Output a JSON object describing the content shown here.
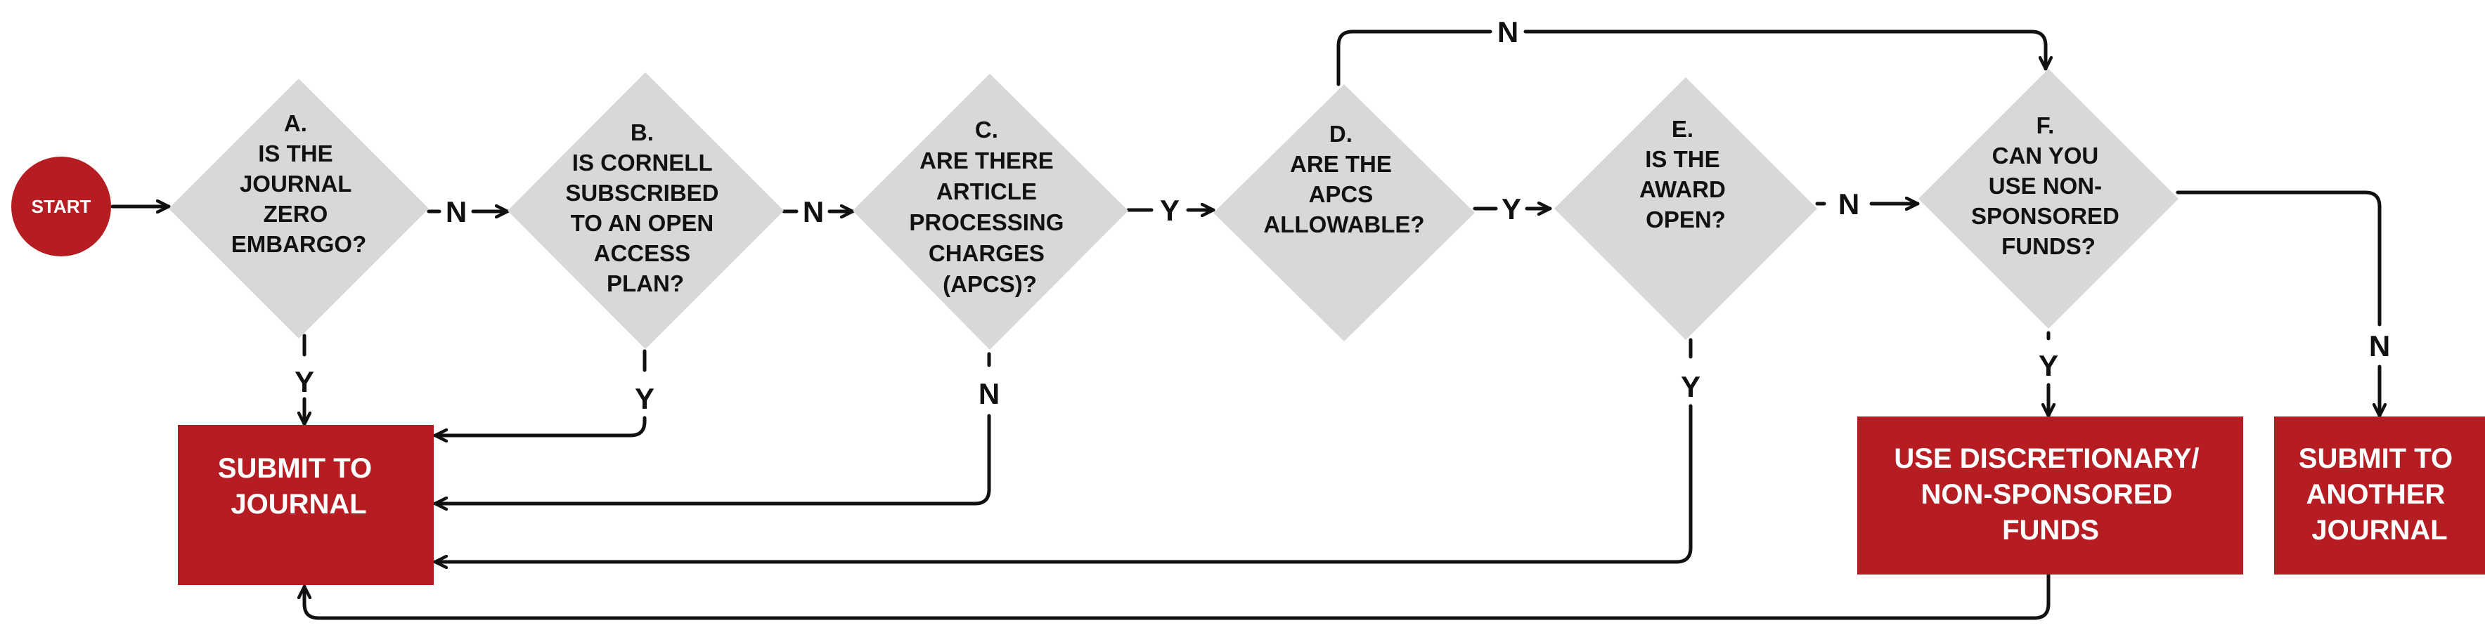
{
  "colors": {
    "terminal_fill": "#b51d23",
    "decision_fill": "#d8d8d8",
    "line": "#111111",
    "decision_text": "#111111",
    "terminal_text": "#ffffff"
  },
  "start": {
    "label": "START"
  },
  "decisions": {
    "a": {
      "lines": [
        "A.",
        "IS THE",
        "JOURNAL",
        "ZERO",
        "EMBARGO?"
      ]
    },
    "b": {
      "lines": [
        "B.",
        "IS CORNELL",
        "SUBSCRIBED",
        "TO AN OPEN",
        "ACCESS",
        "PLAN?"
      ]
    },
    "c": {
      "lines": [
        "C.",
        "ARE THERE",
        "ARTICLE",
        "PROCESSING",
        "CHARGES",
        "(APCS)?"
      ]
    },
    "d": {
      "lines": [
        "D.",
        "ARE THE",
        "APCS",
        "ALLOWABLE?"
      ]
    },
    "e": {
      "lines": [
        "E.",
        "IS THE",
        "AWARD",
        "OPEN?"
      ]
    },
    "f": {
      "lines": [
        "F.",
        "CAN YOU",
        "USE NON-",
        "SPONSORED",
        "FUNDS?"
      ]
    }
  },
  "outcomes": {
    "submit_journal": {
      "lines": [
        "SUBMIT TO",
        "JOURNAL"
      ]
    },
    "discretionary": {
      "lines": [
        "USE DISCRETIONARY/",
        "NON-SPONSORED",
        "FUNDS"
      ]
    },
    "another_journal": {
      "lines": [
        "SUBMIT TO",
        "ANOTHER",
        "JOURNAL"
      ]
    }
  },
  "edge_labels": {
    "a_no": "N",
    "b_no": "N",
    "c_yes": "Y",
    "d_yes": "Y",
    "e_no": "N",
    "d_no": "N",
    "a_yes": "Y",
    "b_yes": "Y",
    "c_no": "N",
    "e_yes": "Y",
    "f_yes": "Y",
    "f_no": "N"
  }
}
